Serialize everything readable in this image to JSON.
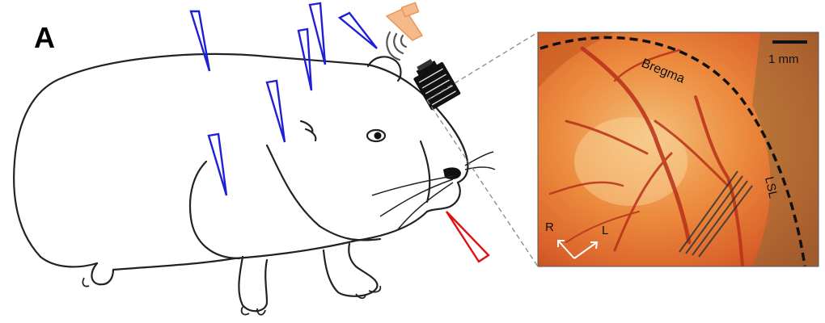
{
  "figure": {
    "panel_letter": "A",
    "photo_labels": {
      "bregma": "Bregma",
      "lsl": "LSL",
      "scale_bar": "1 mm",
      "axis_r": "R",
      "axis_l": "L"
    }
  },
  "colors": {
    "electrode_blue": "#1f1fd6",
    "electrode_red": "#e01010",
    "speaker_orange": "#f5b98a",
    "photo_orange": "#e8732a",
    "vessel_red": "#b8301a"
  },
  "icons": [
    "speaker-icon",
    "electrode-array-icon",
    "electrode-icon"
  ]
}
